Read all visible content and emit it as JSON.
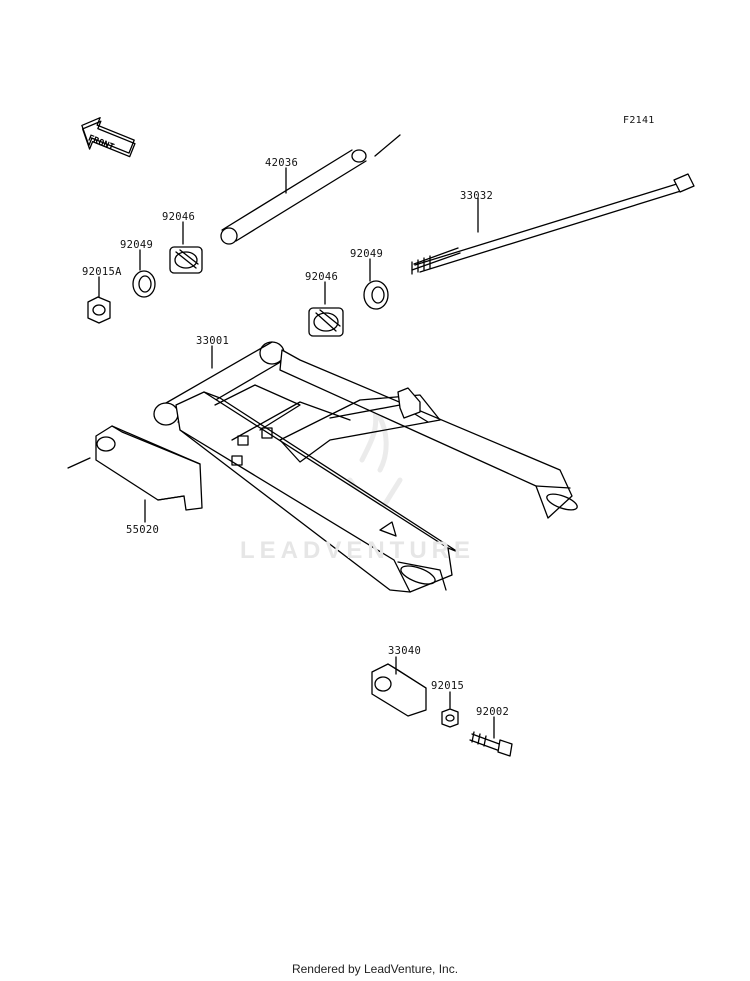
{
  "diagram": {
    "figure_code": "F2141",
    "front_arrow_text": "FRONT",
    "watermark_text": "LEADVENTURE",
    "footer_text": "Rendered by LeadVenture, Inc.",
    "parts": [
      {
        "id": "42036",
        "label": "42036"
      },
      {
        "id": "33032",
        "label": "33032"
      },
      {
        "id": "92046a",
        "label": "92046"
      },
      {
        "id": "92049a",
        "label": "92049"
      },
      {
        "id": "92015A",
        "label": "92015A"
      },
      {
        "id": "92046b",
        "label": "92046"
      },
      {
        "id": "92049b",
        "label": "92049"
      },
      {
        "id": "33001",
        "label": "33001"
      },
      {
        "id": "55020",
        "label": "55020"
      },
      {
        "id": "33040",
        "label": "33040"
      },
      {
        "id": "92015",
        "label": "92015"
      },
      {
        "id": "92002",
        "label": "92002"
      }
    ]
  }
}
